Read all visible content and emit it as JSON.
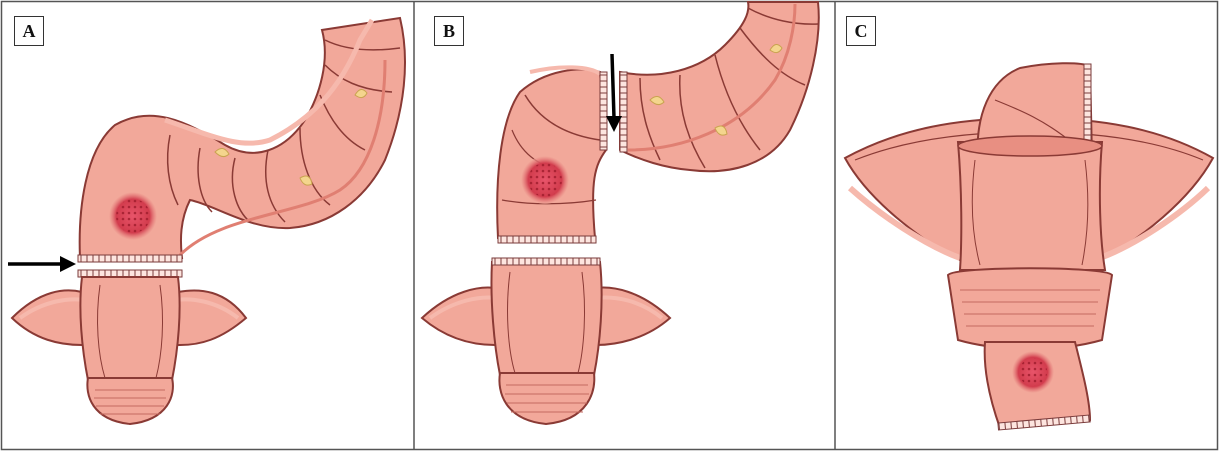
{
  "panels": [
    {
      "label": "A"
    },
    {
      "label": "B"
    },
    {
      "label": "C"
    }
  ],
  "colors": {
    "tissue": "#f2a89a",
    "tissue_dark": "#e07f72",
    "outline": "#8a3a35",
    "inner": "#f6b9ad",
    "mesentery": "#f4c9a8",
    "tumor": "#d94c4c",
    "staples": "#7a3b3b",
    "arrow": "#000000"
  }
}
